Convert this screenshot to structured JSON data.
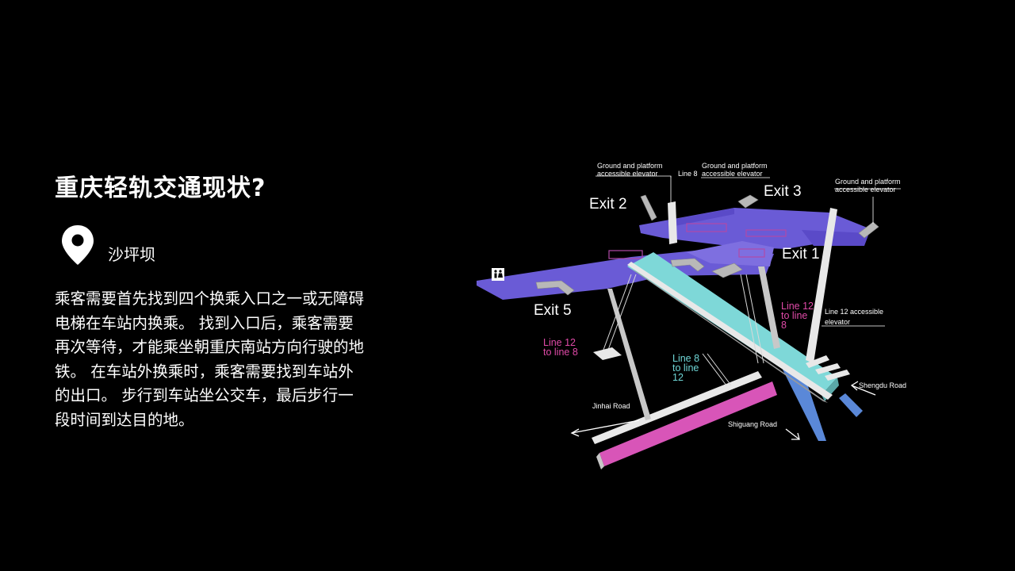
{
  "title": "重庆轻轨交通现状?",
  "location": {
    "icon": "map-pin-icon",
    "label": "沙坪坝"
  },
  "description": "乘客需要首先找到四个换乘入口之一或无障碍电梯在车站内换乘。 找到入口后，乘客需要再次等待，才能乘坐朝重庆南站方向行驶的地铁。 在车站外换乘时，乘客需要找到车站外的出口。 步行到车站坐公交车，最后步行一段时间到达目的地。",
  "map": {
    "colors": {
      "concourse": "#6a5bd6",
      "concourse_dark": "#4e3fb4",
      "platform": "#7ed8d8",
      "road": "#d855b8",
      "road_blue": "#5a88d8",
      "structure": "#e8e8e8",
      "pink_text": "#e04aa8",
      "cyan_text": "#6fd6d6"
    },
    "labels": {
      "elevator_1": [
        "Ground and platform",
        "accessible elevator"
      ],
      "elevator_2": [
        "Ground and platform",
        "accessible elevator"
      ],
      "elevator_3": [
        "Ground and platform",
        "accessible elevator"
      ],
      "line8": "Line 8",
      "exit2": "Exit 2",
      "exit3": "Exit 3",
      "exit1": "Exit 1",
      "exit5": "Exit 5",
      "line12_to_8_right": [
        "Line 12",
        "to line",
        "8"
      ],
      "line12_accessible": [
        "Line 12 accessible",
        "elevator"
      ],
      "line12_to_8_left": [
        "Line 12",
        "to line 8"
      ],
      "line8_to_12": [
        "Line 8",
        "to line",
        "12"
      ],
      "shengdu_road": "Shengdu Road",
      "jinhai_road": "Jinhai Road",
      "shiguang_road": "Shiguang Road",
      "restroom_icon": "restroom-icon"
    }
  }
}
